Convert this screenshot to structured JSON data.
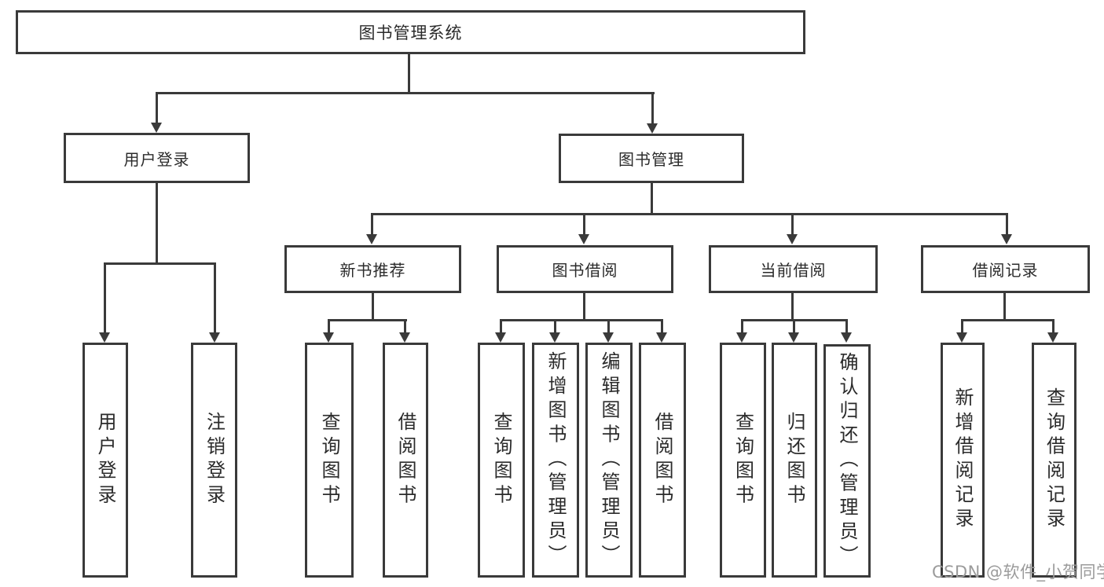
{
  "diagram_title": "图书管理系统",
  "tree": {
    "label": "图书管理系统",
    "children": [
      {
        "label": "用户登录",
        "children": [
          {
            "label": "用户登录"
          },
          {
            "label": "注销登录"
          }
        ]
      },
      {
        "label": "图书管理",
        "children": [
          {
            "label": "新书推荐",
            "children": [
              {
                "label": "查询图书"
              },
              {
                "label": "借阅图书"
              }
            ]
          },
          {
            "label": "图书借阅",
            "children": [
              {
                "label": "查询图书"
              },
              {
                "label": "新增图书（管理员）"
              },
              {
                "label": "编辑图书（管理员）"
              },
              {
                "label": "借阅图书"
              }
            ]
          },
          {
            "label": "当前借阅",
            "children": [
              {
                "label": "查询图书"
              },
              {
                "label": "归还图书"
              },
              {
                "label": "确认归还（管理员）"
              }
            ]
          },
          {
            "label": "借阅记录",
            "children": [
              {
                "label": "新增借阅记录"
              },
              {
                "label": "查询借阅记录"
              }
            ]
          }
        ]
      }
    ]
  },
  "watermark": {
    "text": "CSDN @软件_小贺同学"
  },
  "colors": {
    "line": "#3a3a3a",
    "text": "#2b2b2b",
    "watermark": "#9b9b9b",
    "background": "#ffffff"
  }
}
